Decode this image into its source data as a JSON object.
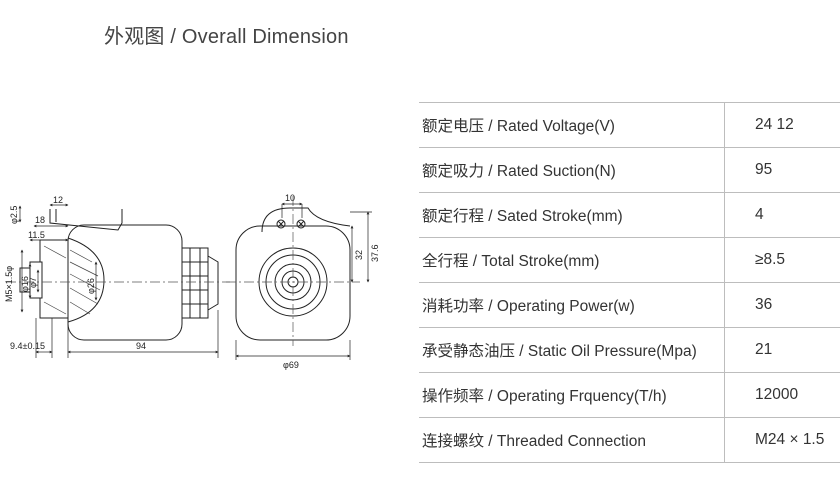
{
  "title": "外观图 / Overall Dimension",
  "drawing": {
    "left_view": {
      "dims": [
        "12",
        "18",
        "11.5",
        "9.4±0.15",
        "94"
      ],
      "vertical_dims": [
        "φ2.5",
        "M5×1.5φ",
        "φ16",
        "φ7",
        "φ26"
      ]
    },
    "right_view": {
      "dims": [
        "10",
        "φ69"
      ],
      "vertical_dims": [
        "32",
        "37.6"
      ]
    }
  },
  "specs": [
    {
      "label": "额定电压 / Rated Voltage(V)",
      "value": "24  12"
    },
    {
      "label": "额定吸力 / Rated Suction(N)",
      "value": "95"
    },
    {
      "label": "额定行程 / Sated Stroke(mm)",
      "value": "4"
    },
    {
      "label": "全行程 / Total Stroke(mm)",
      "value": "≥8.5"
    },
    {
      "label": "消耗功率 / Operating Power(w)",
      "value": "36"
    },
    {
      "label": "承受静态油压 / Static Oil Pressure(Mpa)",
      "value": "21"
    },
    {
      "label": "操作频率 / Operating Frquency(T/h)",
      "value": "12000"
    },
    {
      "label": "连接螺纹 / Threaded Connection",
      "value": "M24 × 1.5"
    }
  ]
}
